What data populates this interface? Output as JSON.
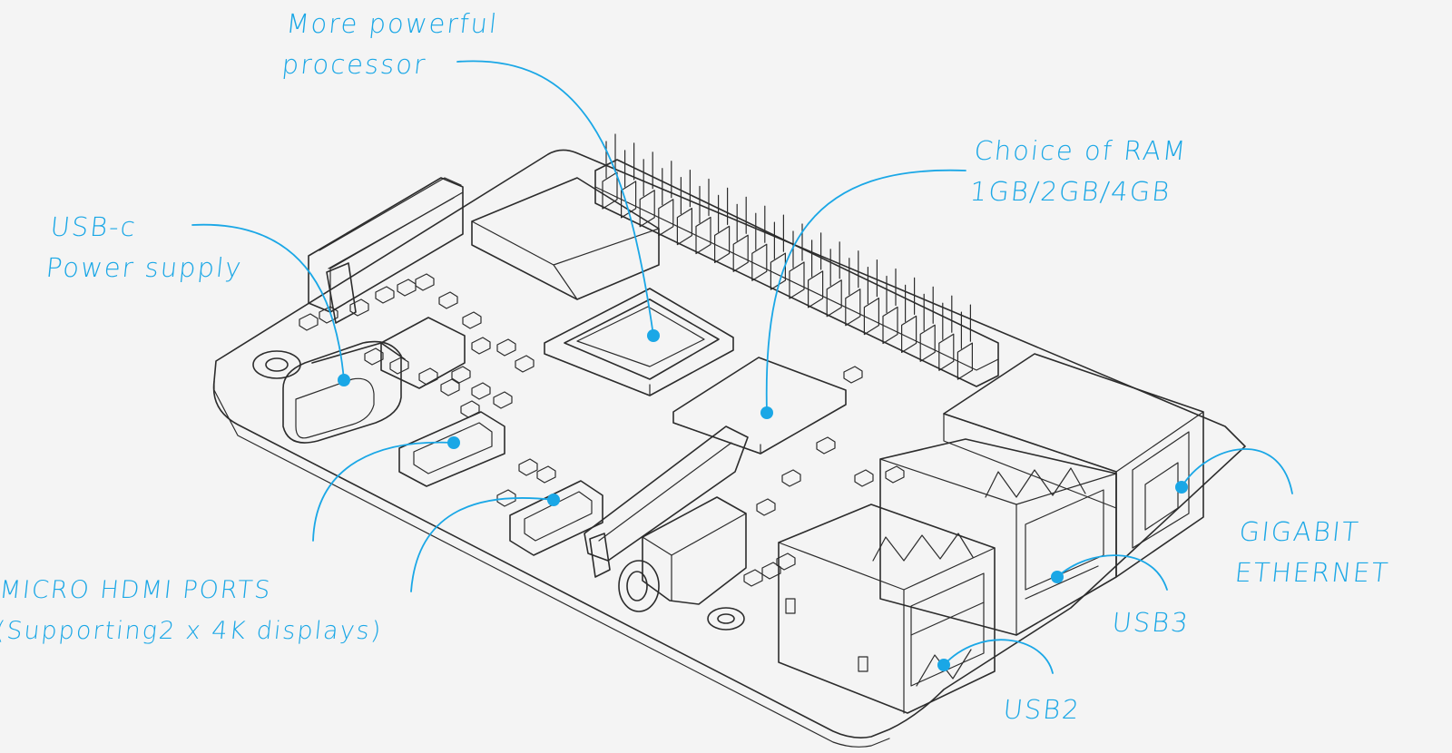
{
  "annotations": {
    "processor": {
      "lines": [
        "More powerful",
        "processor"
      ]
    },
    "ram": {
      "lines": [
        "Choice of RAM",
        "1GB/2GB/4GB"
      ]
    },
    "power": {
      "lines": [
        "USB-c",
        "Power supply"
      ]
    },
    "hdmi": {
      "lines": [
        "MICRO HDMI PORTS",
        "(Supporting2 x 4K displays)"
      ]
    },
    "ethernet": {
      "lines": [
        "GIGABIT",
        "ETHERNET"
      ]
    },
    "usb3": {
      "lines": [
        "USB3"
      ]
    },
    "usb2": {
      "lines": [
        "USB2"
      ]
    }
  },
  "colors": {
    "annotation": "#1aa7e6",
    "sketch_ink": "#2c2c2c",
    "background": "#f4f4f4"
  }
}
